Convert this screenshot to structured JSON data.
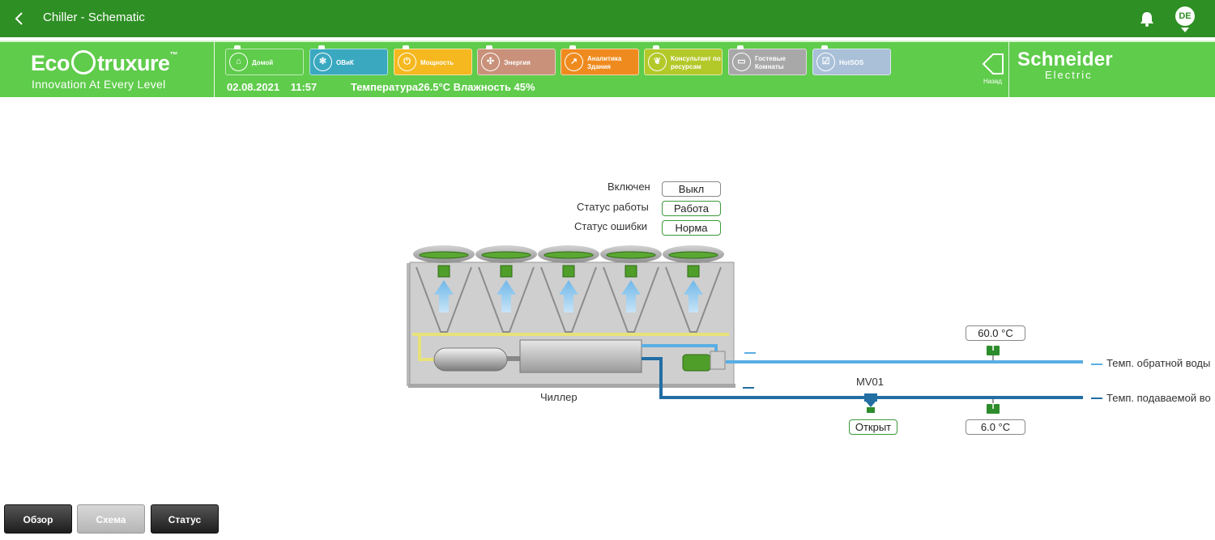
{
  "topbar": {
    "title": "Chiller - Schematic",
    "avatar_initials": "DE",
    "more": "⋮",
    "bg_color": "#2e8f24"
  },
  "header": {
    "brand_eco": "Eco",
    "brand_struxure": "truxure",
    "brand_tm": "™",
    "tagline": "Innovation At Every Level",
    "date": "02.08.2021",
    "time": "11:57",
    "weather": "Температура26.5°C Влажность  45%",
    "back_label": "Назад",
    "schneider": "Schneider",
    "electric": "Electric",
    "bg_color": "#5fcc4b",
    "nav": [
      {
        "label": "Домой",
        "icon": "home-icon",
        "color": "#5fcc4b"
      },
      {
        "label": "ОВиК",
        "icon": "fan-icon",
        "color": "#3aa9c0"
      },
      {
        "label": "Мощность",
        "icon": "plug-icon",
        "color": "#f5b81f"
      },
      {
        "label": "Энергия",
        "icon": "turbine-icon",
        "color": "#c9917a"
      },
      {
        "label": "Аналитика Здания",
        "icon": "chart-icon",
        "color": "#ef8b1e"
      },
      {
        "label": "Консультант по ресурсам",
        "icon": "leaf-icon",
        "color": "#b3c829"
      },
      {
        "label": "Гостевые Комнаты",
        "icon": "bed-icon",
        "color": "#a8a8a8"
      },
      {
        "label": "HotSOS",
        "icon": "checkbox-icon",
        "color": "#a9c0d8"
      }
    ]
  },
  "schematic": {
    "status_labels": {
      "enabled": "Включен",
      "run_status": "Статус работы",
      "fault_status": "Статус ошибки"
    },
    "status_values": {
      "enabled": "Выкл",
      "run_status": "Работа",
      "fault_status": "Норма"
    },
    "chiller_label": "Чиллер",
    "return_temp": "60.0 °C",
    "supply_temp": "6.0 °C",
    "return_label": "Темп. обратной воды",
    "supply_label": "Темп. подаваемой во",
    "valve_name": "MV01",
    "valve_state": "Открыт",
    "sensor_letter": "T"
  },
  "bottom": {
    "overview": "Обзор",
    "scheme": "Схема",
    "status": "Статус"
  }
}
